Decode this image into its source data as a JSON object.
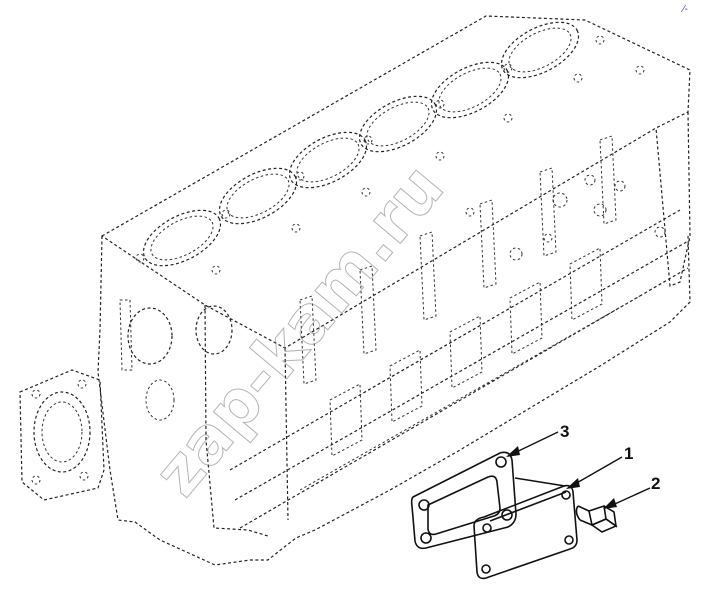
{
  "figure": {
    "callouts": [
      {
        "id": "callout-1",
        "label": "1"
      },
      {
        "id": "callout-2",
        "label": "2"
      },
      {
        "id": "callout-3",
        "label": "3"
      }
    ],
    "watermark": "zap-kam.ru",
    "corner_mark": "⁄‐"
  },
  "colors": {
    "line": "#111111",
    "watermark": "#777777",
    "corner_mark": "#3a4ab0"
  }
}
